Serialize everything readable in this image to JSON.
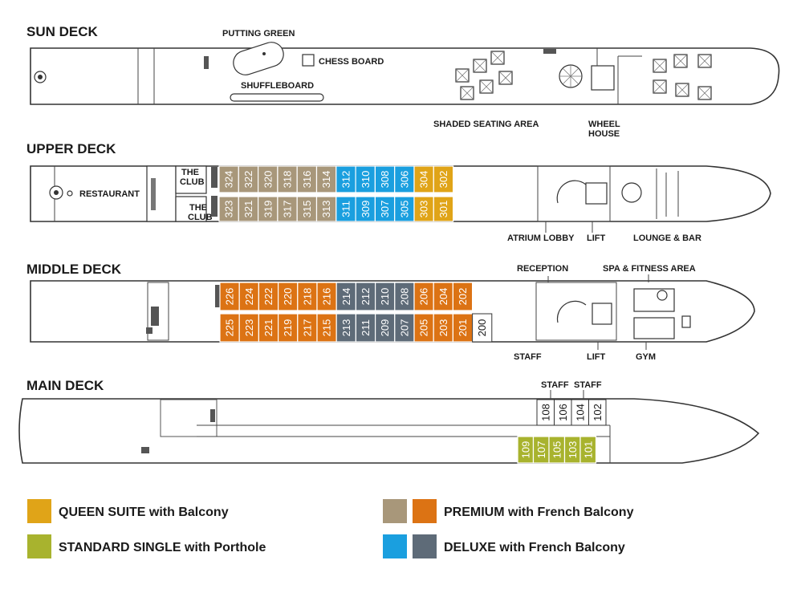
{
  "decks": {
    "sun": {
      "title": "SUN DECK",
      "labels": {
        "putting_green": "PUTTING GREEN",
        "chess_board": "CHESS BOARD",
        "shuffleboard": "SHUFFLEBOARD",
        "shaded_seating": "SHADED SEATING AREA",
        "wheel_house_1": "WHEEL",
        "wheel_house_2": "HOUSE"
      }
    },
    "upper": {
      "title": "UPPER DECK",
      "labels": {
        "restaurant": "RESTAURANT",
        "club_a1": "THE",
        "club_a2": "CLUB",
        "club_b1": "THE",
        "club_b2": "CLUB",
        "atrium": "ATRIUM LOBBY",
        "lift": "LIFT",
        "lounge": "LOUNGE & BAR"
      },
      "top_row": [
        {
          "num": "324",
          "cat": "premium_tan"
        },
        {
          "num": "322",
          "cat": "premium_tan"
        },
        {
          "num": "320",
          "cat": "premium_tan"
        },
        {
          "num": "318",
          "cat": "premium_tan"
        },
        {
          "num": "316",
          "cat": "premium_tan"
        },
        {
          "num": "314",
          "cat": "premium_tan"
        },
        {
          "num": "312",
          "cat": "deluxe_blue"
        },
        {
          "num": "310",
          "cat": "deluxe_blue"
        },
        {
          "num": "308",
          "cat": "deluxe_blue"
        },
        {
          "num": "306",
          "cat": "deluxe_blue"
        },
        {
          "num": "304",
          "cat": "queen"
        },
        {
          "num": "302",
          "cat": "queen"
        }
      ],
      "bottom_row": [
        {
          "num": "323",
          "cat": "premium_tan"
        },
        {
          "num": "321",
          "cat": "premium_tan"
        },
        {
          "num": "319",
          "cat": "premium_tan"
        },
        {
          "num": "317",
          "cat": "premium_tan"
        },
        {
          "num": "315",
          "cat": "premium_tan"
        },
        {
          "num": "313",
          "cat": "premium_tan"
        },
        {
          "num": "311",
          "cat": "deluxe_blue"
        },
        {
          "num": "309",
          "cat": "deluxe_blue"
        },
        {
          "num": "307",
          "cat": "deluxe_blue"
        },
        {
          "num": "305",
          "cat": "deluxe_blue"
        },
        {
          "num": "303",
          "cat": "queen"
        },
        {
          "num": "301",
          "cat": "queen"
        }
      ]
    },
    "middle": {
      "title": "MIDDLE DECK",
      "labels": {
        "reception": "RECEPTION",
        "spa": "SPA & FITNESS AREA",
        "staff": "STAFF",
        "lift": "LIFT",
        "gym": "GYM"
      },
      "top_row": [
        {
          "num": "226",
          "cat": "premium_orange"
        },
        {
          "num": "224",
          "cat": "premium_orange"
        },
        {
          "num": "222",
          "cat": "premium_orange"
        },
        {
          "num": "220",
          "cat": "premium_orange"
        },
        {
          "num": "218",
          "cat": "premium_orange"
        },
        {
          "num": "216",
          "cat": "premium_orange"
        },
        {
          "num": "214",
          "cat": "deluxe_gray"
        },
        {
          "num": "212",
          "cat": "deluxe_gray"
        },
        {
          "num": "210",
          "cat": "deluxe_gray"
        },
        {
          "num": "208",
          "cat": "deluxe_gray"
        },
        {
          "num": "206",
          "cat": "premium_orange"
        },
        {
          "num": "204",
          "cat": "premium_orange"
        },
        {
          "num": "202",
          "cat": "premium_orange"
        }
      ],
      "bottom_row": [
        {
          "num": "225",
          "cat": "premium_orange"
        },
        {
          "num": "223",
          "cat": "premium_orange"
        },
        {
          "num": "221",
          "cat": "premium_orange"
        },
        {
          "num": "219",
          "cat": "premium_orange"
        },
        {
          "num": "217",
          "cat": "premium_orange"
        },
        {
          "num": "215",
          "cat": "premium_orange"
        },
        {
          "num": "213",
          "cat": "deluxe_gray"
        },
        {
          "num": "211",
          "cat": "deluxe_gray"
        },
        {
          "num": "209",
          "cat": "deluxe_gray"
        },
        {
          "num": "207",
          "cat": "deluxe_gray"
        },
        {
          "num": "205",
          "cat": "premium_orange"
        },
        {
          "num": "203",
          "cat": "premium_orange"
        },
        {
          "num": "201",
          "cat": "premium_orange"
        },
        {
          "num": "200",
          "cat": "staff"
        }
      ]
    },
    "main": {
      "title": "MAIN DECK",
      "labels": {
        "staff_a": "STAFF",
        "staff_b": "STAFF"
      },
      "top_row": [
        {
          "num": "108",
          "cat": "staff"
        },
        {
          "num": "106",
          "cat": "staff"
        },
        {
          "num": "104",
          "cat": "staff"
        },
        {
          "num": "102",
          "cat": "staff"
        }
      ],
      "bottom_row": [
        {
          "num": "109",
          "cat": "single"
        },
        {
          "num": "107",
          "cat": "single"
        },
        {
          "num": "105",
          "cat": "single"
        },
        {
          "num": "103",
          "cat": "single"
        },
        {
          "num": "101",
          "cat": "single"
        }
      ]
    }
  },
  "colors": {
    "queen": "#e0a418",
    "single": "#a8b32e",
    "premium_tan": "#a8977a",
    "premium_orange": "#dc7314",
    "deluxe_blue": "#1a9fdf",
    "deluxe_gray": "#5e6b78",
    "staff": "#ffffff"
  },
  "legend": {
    "queen": "QUEEN SUITE with Balcony",
    "single": "STANDARD SINGLE with Porthole",
    "premium": "PREMIUM with French Balcony",
    "deluxe": "DELUXE with French Balcony"
  }
}
